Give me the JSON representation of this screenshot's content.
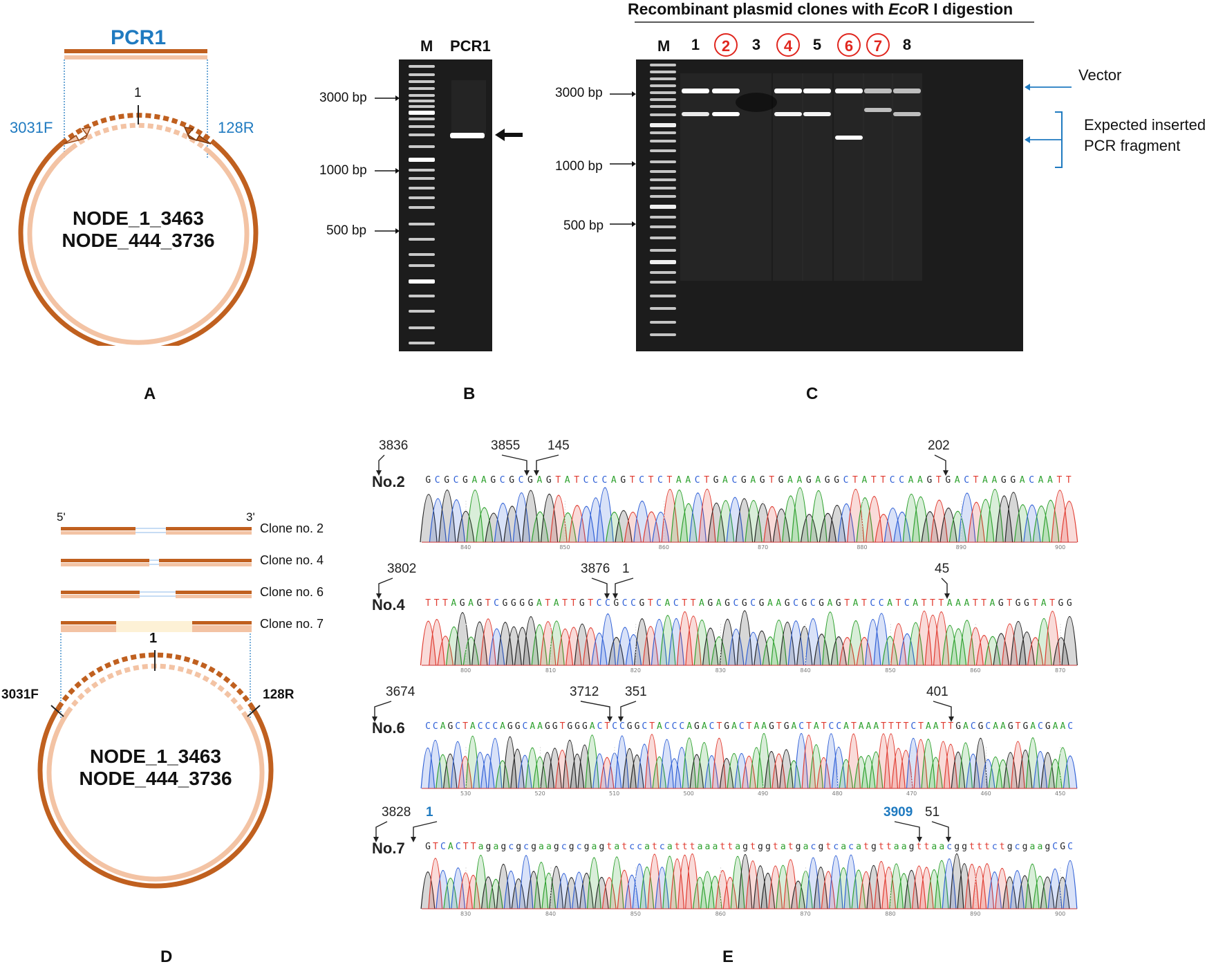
{
  "colors": {
    "dark_strand": "#c0601f",
    "light_strand": "#f3c3a4",
    "blue_label": "#1f7ac0",
    "red_circle": "#e0261e",
    "gel_bg": "#1c1c1c",
    "insert_fill": "#fdf1d6",
    "base_A": "#2ca02c",
    "base_C": "#2e5fd6",
    "base_G": "#222222",
    "base_T": "#e03a2f"
  },
  "panel_a": {
    "letter": "A",
    "title": "PCR1",
    "position_label": "1",
    "forward_primer": "3031F",
    "reverse_primer": "128R",
    "node_line1": "NODE_1_3463",
    "node_line2": "NODE_444_3736"
  },
  "panel_b": {
    "letter": "B",
    "lanes": [
      "M",
      "PCR1"
    ],
    "size_markers": [
      "3000 bp",
      "1000 bp",
      "500 bp"
    ]
  },
  "panel_c": {
    "letter": "C",
    "title_prefix": "Recombinant plasmid clones with ",
    "title_enzyme": "Eco",
    "title_suffix": "R I digestion",
    "marker_lane": "M",
    "lanes": [
      {
        "label": "1",
        "circled": false
      },
      {
        "label": "2",
        "circled": true
      },
      {
        "label": "3",
        "circled": false
      },
      {
        "label": "4",
        "circled": true
      },
      {
        "label": "5",
        "circled": false
      },
      {
        "label": "6",
        "circled": true
      },
      {
        "label": "7",
        "circled": true
      },
      {
        "label": "8",
        "circled": false
      }
    ],
    "size_markers": [
      "3000 bp",
      "1000 bp",
      "500 bp"
    ],
    "vector_label": "Vector",
    "insert_label_line1": "Expected inserted",
    "insert_label_line2": "PCR fragment"
  },
  "panel_d": {
    "letter": "D",
    "end5": "5'",
    "end3": "3'",
    "clones": [
      "Clone no. 2",
      "Clone no. 4",
      "Clone no. 6",
      "Clone no. 7"
    ],
    "position_label": "1",
    "forward_primer": "3031F",
    "reverse_primer": "128R",
    "node_line1": "NODE_1_3463",
    "node_line2": "NODE_444_3736"
  },
  "panel_e": {
    "letter": "E",
    "traces": [
      {
        "label": "No.2",
        "sequence": "GCGCGAAGCGCGAGTATCCCAGTCTCTAACTGACGAGTGAAGAGGCTATTCCAAGTGACTAAGGACAATT",
        "positions": [
          "3836",
          "3855",
          "145",
          "202"
        ],
        "axis_ticks": [
          "840",
          "850",
          "860",
          "870",
          "880",
          "890",
          "900"
        ]
      },
      {
        "label": "No.4",
        "sequence": "TTTAGAGTCGGGGATATTGTCCGCCGTCACTTAGAGCGCGAAGCGCGAGTATCCATCATTTAAATTAGTGGTATGG",
        "positions": [
          "3802",
          "3876",
          "1",
          "45"
        ],
        "axis_ticks": [
          "800",
          "810",
          "820",
          "830",
          "840",
          "850",
          "860",
          "870"
        ]
      },
      {
        "label": "No.6",
        "sequence": "CCAGCTACCCAGGCAAGGTGGGACTCCGGCTACCCAGACTGACTAAGTGACTATCCATAAATTTTCTAATTGACGCAAGTGACGAAC",
        "positions": [
          "3674",
          "3712",
          "351",
          "401"
        ],
        "axis_ticks": [
          "530",
          "520",
          "510",
          "500",
          "490",
          "480",
          "470",
          "460",
          "450"
        ]
      },
      {
        "label": "No.7",
        "sequence": "GTCACTTagagcgcgaagcgcgagtatccatcatttaaattagtggtatgacgtcacatgttaagttaacggtttctgcgaagCGC",
        "positions": [
          "3828",
          "1",
          "3909",
          "51"
        ],
        "axis_ticks": [
          "830",
          "840",
          "850",
          "860",
          "870",
          "880",
          "890",
          "900"
        ]
      }
    ]
  }
}
